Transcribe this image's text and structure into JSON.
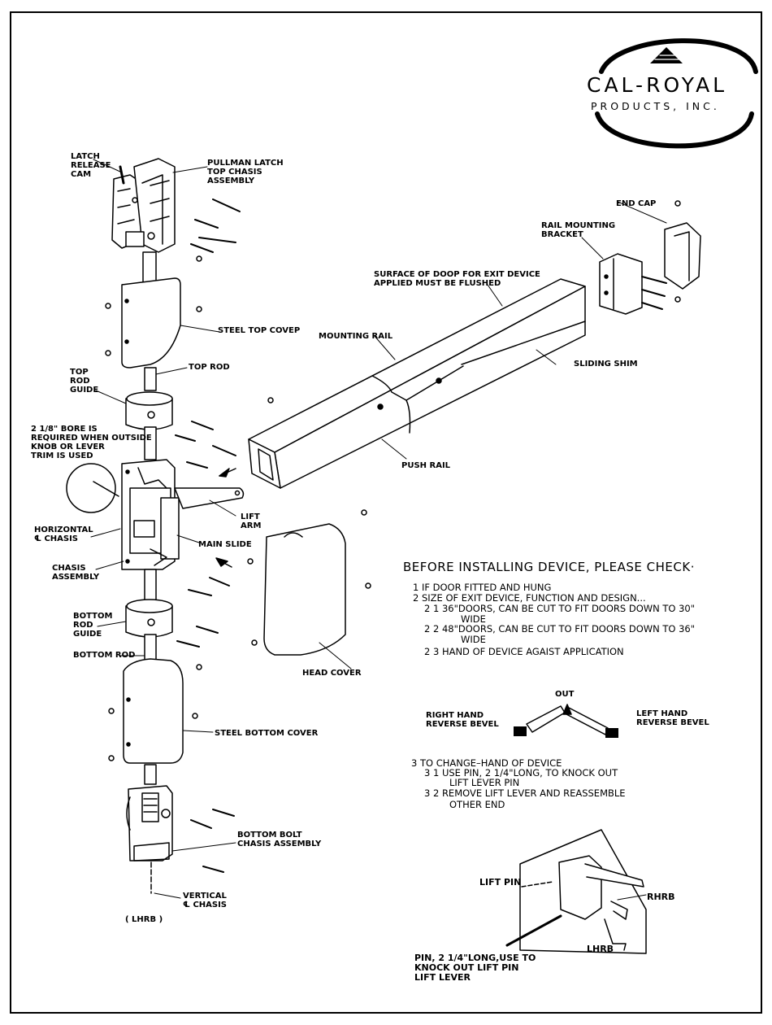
{
  "logo": {
    "name": "CAL-ROYAL",
    "sub": "PRODUCTS, INC."
  },
  "labels": {
    "latch_release_cam": [
      "LATCH",
      "RELEASE",
      "CAM"
    ],
    "pullman_latch": [
      "PULLMAN LATCH",
      "TOP CHASIS",
      "ASSEMBLY"
    ],
    "steel_top_cover": "STEEL TOP COVEP",
    "top_rod": "TOP ROD",
    "top_rod_guide": [
      "TOP",
      "ROD",
      "GUIDE"
    ],
    "bore_note": [
      "2 1/8\" BORE IS",
      "REQUIRED WHEN OUTSIDE",
      "KNOB OR LEVER",
      "TRIM IS USED"
    ],
    "horizontal_chasis": [
      "HORIZONTAL",
      "℄ CHASIS"
    ],
    "chasis_assembly": [
      "CHASIS",
      "ASSEMBLY"
    ],
    "lift_arm": [
      "LIFT",
      "ARM"
    ],
    "main_slide": "MAIN SLIDE",
    "bottom_rod_guide": [
      "BOTTOM",
      "ROD",
      "GUIDE"
    ],
    "bottom_rod": "BOTTOM ROD",
    "steel_bottom_cover": "STEEL BOTTOM COVER",
    "bottom_bolt": [
      "BOTTOM BOLT",
      "CHASIS ASSEMBLY"
    ],
    "vertical_chasis": [
      "VERTICAL",
      "℄ CHASIS"
    ],
    "lhrb_bottom": "( LHRB )",
    "end_cap": "END CAP",
    "rail_mounting_bracket": [
      "RAIL MOUNTING",
      "BRACKET"
    ],
    "surface_note": [
      "SURFACE OF DOOP FOR EXIT DEVICE",
      "APPLIED MUST BE FLUSHED"
    ],
    "mounting_rail": "MOUNTING RAIL",
    "sliding_shim": "SLIDING SHIM",
    "push_rail": "PUSH RAIL",
    "head_cover": "HEAD COVER"
  },
  "instructions": {
    "title": "BEFORE INSTALLING DEVICE, PLEASE CHECK·",
    "item1": "1  IF DOOR FITTED AND HUNG",
    "item2": "2  SIZE OF EXIT DEVICE, FUNCTION AND DESIGN...",
    "item21a": "2 1   36\"DOORS, CAN BE CUT TO FIT DOORS DOWN TO 30\"",
    "item21b": "WIDE",
    "item22a": "2 2   48\"DOORS, CAN BE CUT TO FIT DOORS DOWN TO 36\"",
    "item22b": "WIDE",
    "item23": "2 3   HAND OF DEVICE AGAIST APPLICATION",
    "item3": "3  TO CHANGE–HAND OF DEVICE",
    "item31a": "3 1   USE PIN, 2 1/4\"LONG, TO KNOCK OUT",
    "item31b": "LIFT LEVER PIN",
    "item32a": "3 2   REMOVE LIFT LEVER AND REASSEMBLE",
    "item32b": "OTHER END"
  },
  "bevel": {
    "out": "OUT",
    "right": [
      "RIGHT HAND",
      "REVERSE BEVEL"
    ],
    "left": [
      "LEFT HAND",
      "REVERSE BEVEL"
    ]
  },
  "detail": {
    "lift_pin": "LIFT PIN",
    "rhrb": "RHRB",
    "lhrb": "LHRB",
    "pin_note": [
      "PIN, 2 1/4\"LONG,USE TO",
      "KNOCK OUT LIFT PIN",
      "LIFT LEVER"
    ]
  }
}
